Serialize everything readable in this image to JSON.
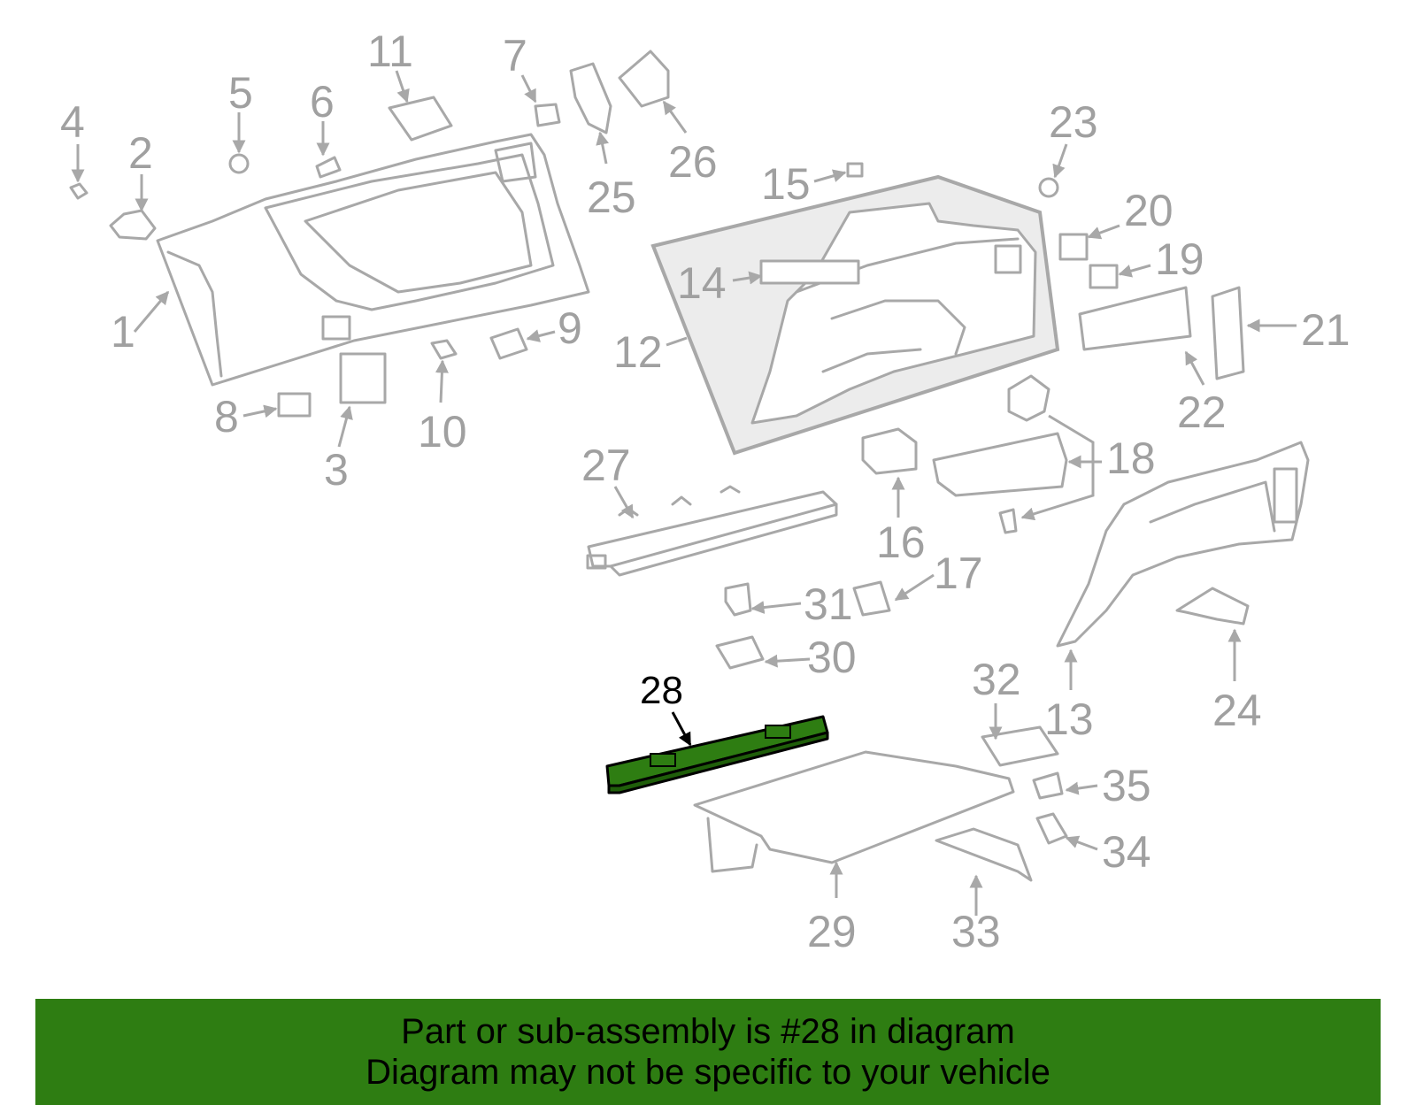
{
  "highlight": {
    "label": "28",
    "color": "#2e7d12"
  },
  "callouts": [
    "1",
    "2",
    "3",
    "4",
    "5",
    "6",
    "7",
    "8",
    "9",
    "10",
    "11",
    "12",
    "13",
    "14",
    "15",
    "16",
    "17",
    "18",
    "19",
    "20",
    "21",
    "22",
    "23",
    "24",
    "25",
    "26",
    "27",
    "29",
    "30",
    "31",
    "32",
    "33",
    "34",
    "35"
  ],
  "footer": {
    "line1": "Part or sub-assembly is #28 in diagram",
    "line2": "Diagram may not be specific to your vehicle"
  }
}
